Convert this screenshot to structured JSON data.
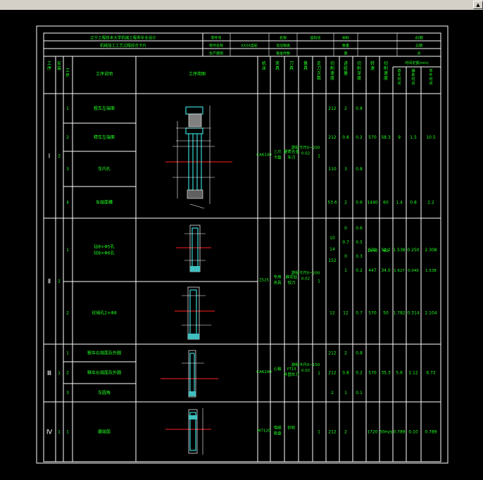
{
  "window": {
    "scroll_up": "▲"
  },
  "header": {
    "school": "辽宁工程技术大学机械工程系毕业设计",
    "card_title": "机械加工工艺过程综合卡片",
    "r1": [
      "零件号",
      "",
      "名称",
      "齿轮坯",
      "材料",
      "",
      "45钢"
    ],
    "r2": [
      "零件名称",
      "XXXX齿轮",
      "毛坯种类",
      "",
      "数量",
      "",
      "日期"
    ],
    "r3": [
      "生产纲领",
      "",
      "每批件数",
      "",
      "第",
      "",
      "共"
    ]
  },
  "columns": {
    "process": "工序",
    "setup": "安装",
    "step": "工步",
    "content": "工序说明",
    "sketch": "工序简图",
    "machine": "机床",
    "fixture": "夹具",
    "tool": "刀具",
    "measure": "量具",
    "passes": "走刀次数",
    "speed": "切削速度",
    "feed": "进给量",
    "depth": "切削深度",
    "rpm": "转速",
    "vc": "切削速度",
    "time_group": "时间定额(min)",
    "t1": "基本时间",
    "t2": "辅助时间",
    "t3": "单件时间"
  },
  "rows": [
    {
      "process": "Ⅰ",
      "setup": "2",
      "steps": [
        {
          "no": "1",
          "content": "粗车左端面",
          "speed": "212",
          "feed": "2",
          "depth": "0.8"
        },
        {
          "no": "2",
          "content": "精车左端面",
          "speed": "212",
          "feed": "0.8",
          "depth": "0.2",
          "rpm": "570",
          "vc": "58.3",
          "t1": "9",
          "t2": "1.5",
          "t3": "10.5"
        },
        {
          "no": "3",
          "content": "车内孔",
          "speed": "110",
          "feed": "3",
          "depth": "0.8"
        },
        {
          "no": "4",
          "content": "车端面槽",
          "speed": "53.6",
          "feed": "2",
          "depth": "0.6",
          "rpm": "1440",
          "vc": "60",
          "t1": "1.4",
          "t2": "0.8",
          "t3": "2.2"
        }
      ],
      "machine": "CA6140",
      "fixture": "三爪卡盘",
      "tool": "硬质合金车刀",
      "measure": "游标卡尺0~200 0.02",
      "passes": "1"
    },
    {
      "process": "Ⅱ",
      "setup": "2",
      "steps": [
        {
          "no": "1",
          "content": "钻8×Φ5孔 铰8×Φ6孔",
          "speed": "",
          "feed": "",
          "depth": "",
          "rpm": "570",
          "vc": "52.2",
          "t1": "1.538",
          "t2": "0.250",
          "t3": "2.308"
        },
        {
          "no": "2",
          "content": "铰销孔2×Φ8",
          "speed": "12",
          "feed": "12",
          "depth": "0.7",
          "rpm": "570",
          "vc": "50",
          "t1": "1.782",
          "t2": "0.314",
          "t3": "2.104"
        }
      ],
      "machine": "Z525",
      "fixture": "专用夹具",
      "tool": "麻花钻 铰刀",
      "measure": "游标卡尺0~200 0.02",
      "passes": "1",
      "extra_a": [
        "10",
        "14",
        "152"
      ],
      "extra_b": [
        "0",
        "0.7",
        "0",
        "1"
      ],
      "extra_c": [
        "0.6",
        "0.5",
        "0.3",
        "0.2"
      ],
      "extra_d": [
        "1440",
        "447"
      ],
      "extra_e": [
        "60",
        "34.0"
      ],
      "extra_f": [
        "1.627",
        "0.040",
        "1.538"
      ]
    },
    {
      "process": "Ⅲ",
      "setup": "1",
      "steps": [
        {
          "no": "1",
          "content": "粗车右端面及外圆",
          "speed": "212",
          "feed": "2",
          "depth": "0.8"
        },
        {
          "no": "2",
          "content": "精车右端面及外圆",
          "speed": "212",
          "feed": "0.8",
          "depth": "0.2",
          "rpm": "570",
          "vc": "35.3",
          "t1": "5.6",
          "t2": "1.12",
          "t3": "6.72"
        },
        {
          "no": "3",
          "content": "车圆角",
          "speed": "2",
          "feed": "1",
          "depth": "0.1"
        }
      ],
      "machine": "CA6140",
      "fixture": "心轴",
      "tool": "YT15外圆车刀",
      "measure": "游标卡尺0~150 0.02",
      "passes": "1"
    },
    {
      "process": "Ⅳ",
      "setup": "1",
      "steps": [
        {
          "no": "1",
          "content": "磨端面",
          "speed": "212",
          "feed": "2",
          "depth": "",
          "rpm": "1720",
          "vc": "30m/s",
          "t1": "0.789",
          "t2": "0.10",
          "t3": "0.789"
        }
      ],
      "machine": "M7120",
      "fixture": "电磁吸盘",
      "tool": "砂轮",
      "measure": "",
      "passes": "1"
    }
  ]
}
